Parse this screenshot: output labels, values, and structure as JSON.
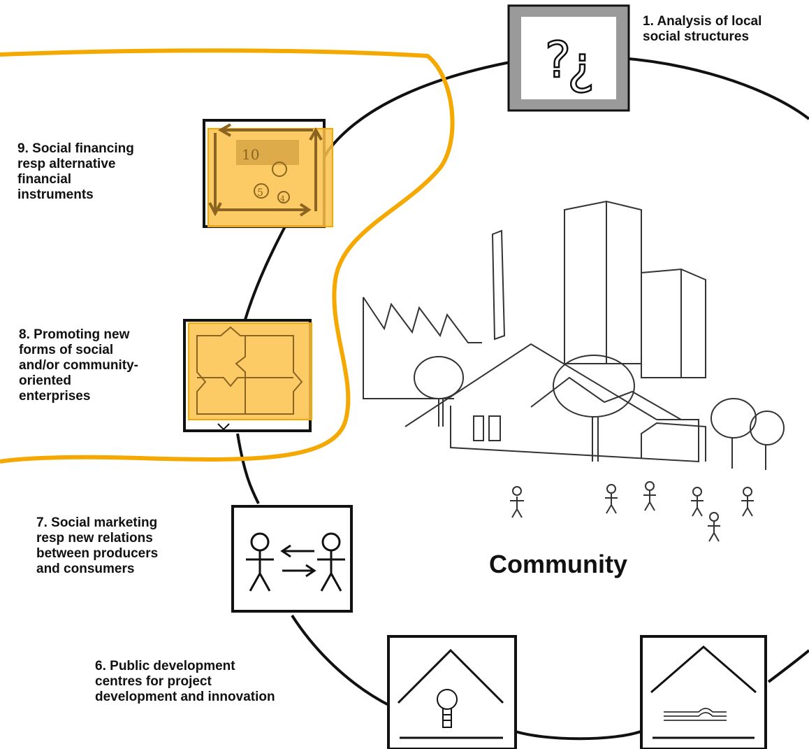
{
  "center_label": "Community",
  "steps": [
    {
      "number": "1.",
      "text": "Analysis of local\nsocial structures",
      "icon": "question-marks-icon"
    },
    {
      "number": "6.",
      "text": "Public development\ncentres for project\ndevelopment and innovation",
      "icon": "lightbulb-house-icon"
    },
    {
      "number": "7.",
      "text": "Social marketing\nresp new relations\nbetween producers\nand consumers",
      "icon": "exchange-people-icon"
    },
    {
      "number": "8.",
      "text": "Promoting new\nforms of social\nand/or community-\noriented\nenterprises",
      "icon": "puzzle-icon"
    },
    {
      "number": "9.",
      "text": "Social financing\nresp alternative\nfinancial\ninstruments",
      "icon": "financial-cycle-icon"
    }
  ],
  "icon_text": {
    "finance_box_number": "10",
    "finance_circle_a": "5",
    "finance_circle_b": "4"
  },
  "colors": {
    "highlight": "#f5a800",
    "highlight_fill": "#fcc24a",
    "line": "#111111",
    "panel_grey": "#9a9a9a"
  }
}
